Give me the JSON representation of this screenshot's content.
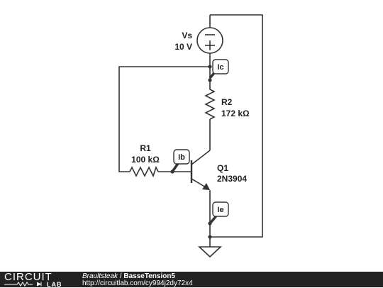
{
  "components": {
    "source": {
      "name": "Vs",
      "value": "10 V"
    },
    "r1": {
      "name": "R1",
      "value": "100 kΩ"
    },
    "r2": {
      "name": "R2",
      "value": "172 kΩ"
    },
    "q1": {
      "name": "Q1",
      "value": "2N3904"
    }
  },
  "probes": {
    "ic": "Ic",
    "ib": "Ib",
    "ie": "Ie"
  },
  "footer": {
    "logo_main": "CIRCUIT",
    "logo_sub": "LAB",
    "author": "Braultsteak",
    "separator": " / ",
    "title": "BasseTension5",
    "url": "http://circuitlab.com/cy994j2dy72x4"
  },
  "colors": {
    "wire": "#333333",
    "footer_bg": "#222222",
    "footer_text": "#ffffff"
  }
}
